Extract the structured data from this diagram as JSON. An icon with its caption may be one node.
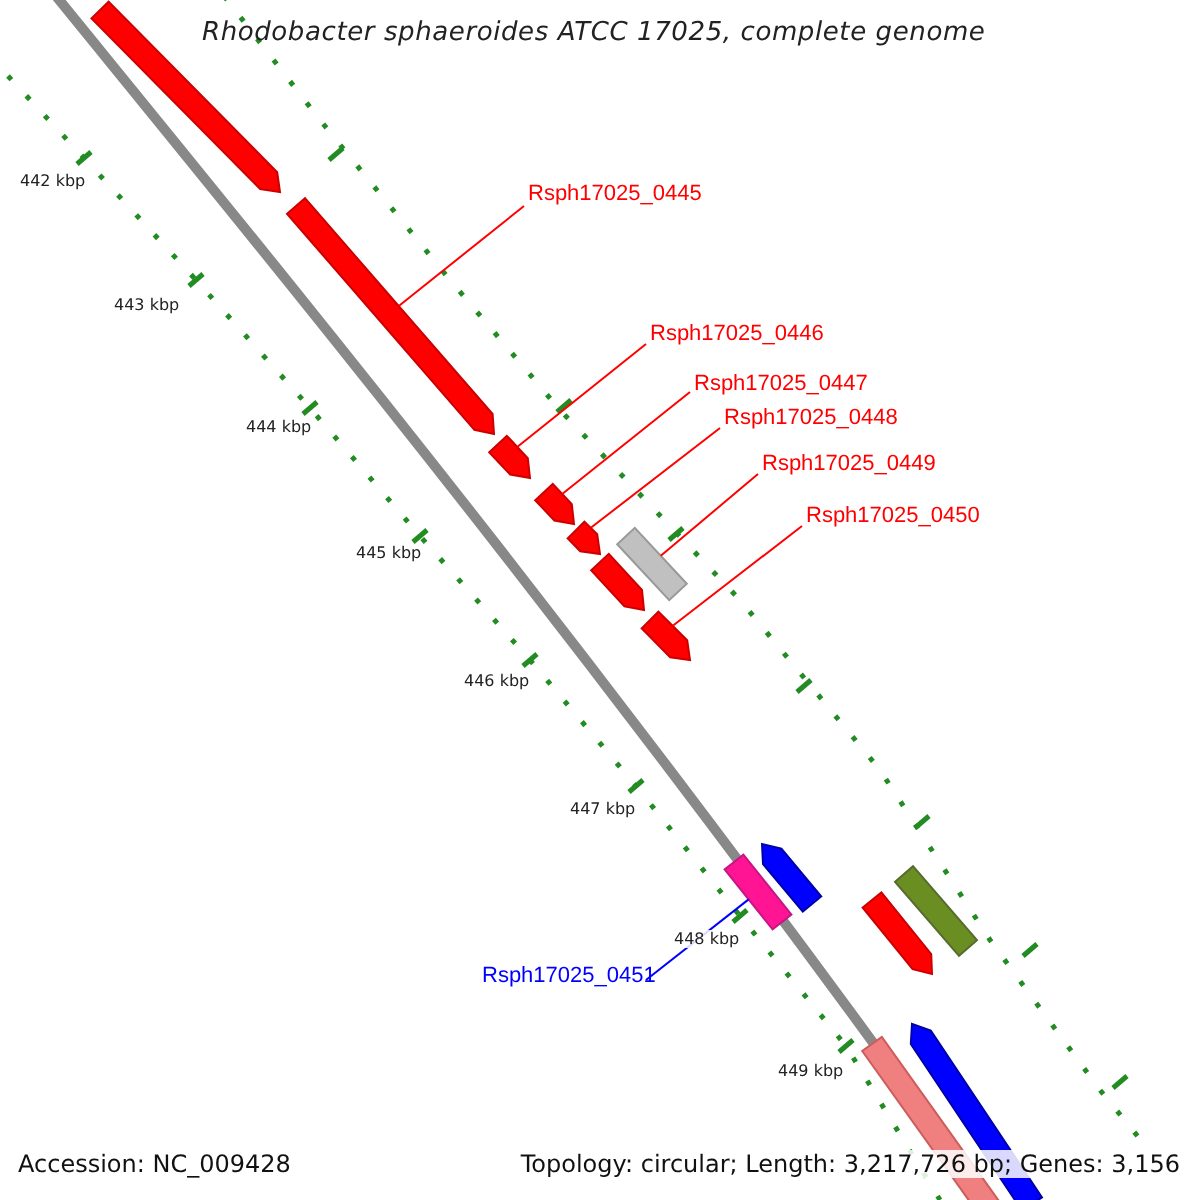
{
  "diagram": {
    "title": "Rhodobacter sphaeroides ATCC 17025, complete genome",
    "nodes": [
      {
        "text": [
          "Rsph17025_0445"
        ]
      },
      {
        "text": [
          "Rsph17025_0446"
        ]
      },
      {
        "text": [
          "Rsph17025_0447"
        ]
      },
      {
        "text": [
          "Rsph17025_0448"
        ]
      },
      {
        "text": [
          "Rsph17025_0449"
        ]
      },
      {
        "text": [
          "Rsph17025_0450"
        ]
      },
      {
        "text": [
          "Rsph17025_0451"
        ]
      },
      {
        "text": [],
        "shape": "arrow"
      },
      {
        "text": [],
        "shape": "arrow"
      },
      {
        "text": [],
        "shape": "arrow"
      },
      {
        "text": [],
        "shape": "arrow"
      },
      {
        "text": [],
        "shape": "arrow"
      },
      {
        "text": [],
        "shape": "bar"
      },
      {
        "text": [],
        "shape": "arrow"
      },
      {
        "text": [],
        "shape": "arrow"
      },
      {
        "text": [],
        "shape": "arrow"
      },
      {
        "text": [],
        "shape": "bar"
      },
      {
        "text": [],
        "shape": "bar"
      },
      {
        "text": [],
        "shape": "arrow"
      },
      {
        "text": [],
        "shape": "arrow"
      },
      {
        "text": [],
        "shape": "bar"
      }
    ],
    "edges": [
      {
        "from": 0,
        "to": 8,
        "arrow": "none"
      },
      {
        "from": 1,
        "to": 9,
        "arrow": "none"
      },
      {
        "from": 2,
        "to": 10,
        "arrow": "none"
      },
      {
        "from": 3,
        "to": 11,
        "arrow": "none"
      },
      {
        "from": 4,
        "to": 12,
        "arrow": "none"
      },
      {
        "from": 5,
        "to": 14,
        "arrow": "none"
      },
      {
        "from": 6,
        "to": 16,
        "arrow": "none",
        "color": "#0000ff"
      }
    ],
    "labels": [
      "442 kbp",
      "443 kbp",
      "444 kbp",
      "445 kbp",
      "446 kbp",
      "447 kbp",
      "448 kbp",
      "449 kbp",
      "Accession: NC_009428",
      "Topology: circular; Length: 3,217,726 bp; Genes: 3,156"
    ]
  }
}
